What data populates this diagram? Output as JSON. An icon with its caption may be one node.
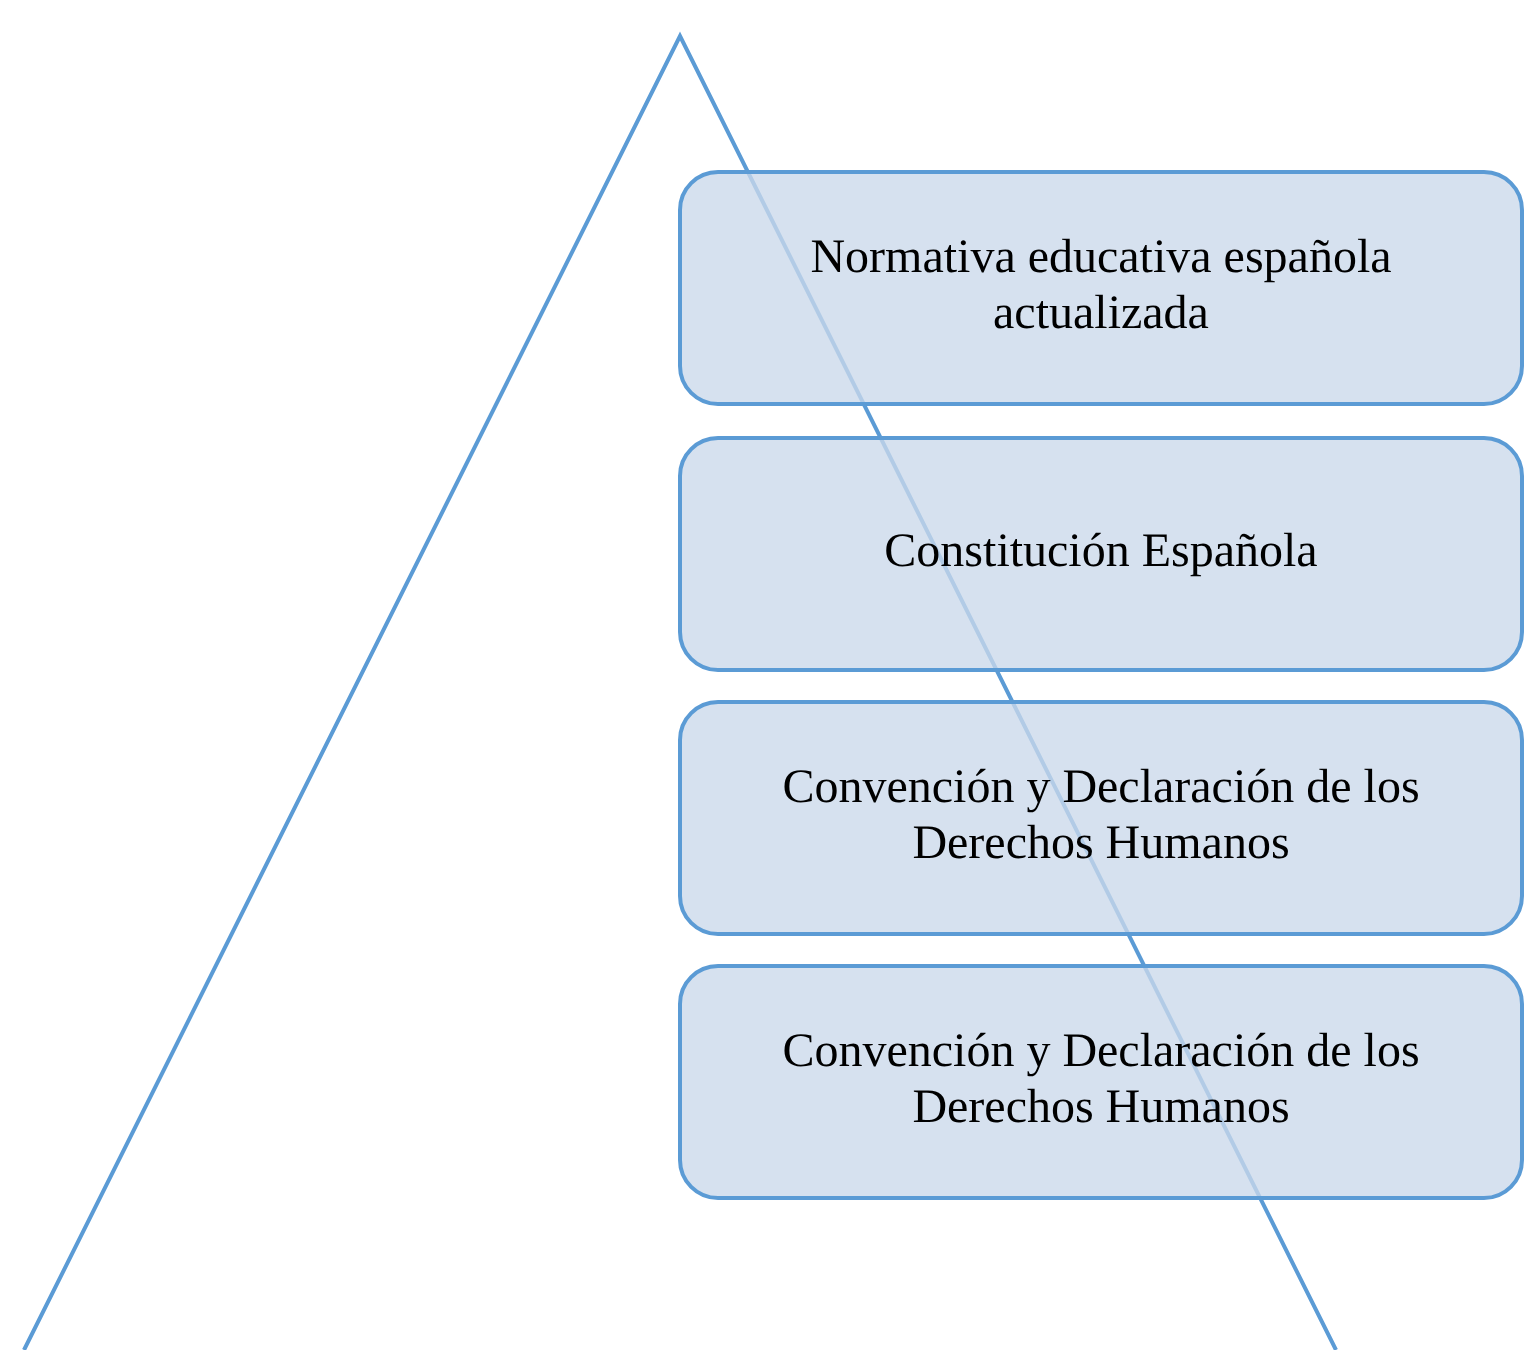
{
  "diagram": {
    "nodes": [
      {
        "text": [
          "Normativa educativa española actualizada"
        ]
      },
      {
        "text": [
          "Constitución Española"
        ]
      },
      {
        "text": [
          "Convención y Declaración de los Derechos Humanos"
        ]
      },
      {
        "text": [
          "Convención y Declaración de los Derechos Humanos"
        ]
      }
    ]
  }
}
